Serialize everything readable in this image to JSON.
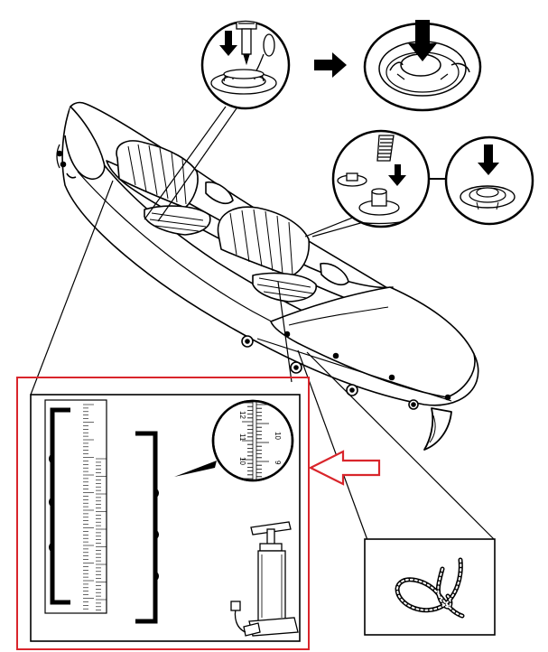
{
  "diagram": {
    "colors": {
      "line": "#000000",
      "background": "#ffffff",
      "highlight_frame": "#d9252b",
      "pointer_arrow": "#d9252b"
    },
    "icons": [
      "kayak-icon",
      "valve-icon",
      "pump-icon",
      "ruler-icon",
      "rope-icon",
      "down-arrow-icon",
      "right-arrow-icon"
    ],
    "magnifier_ticks": [
      "12",
      "11",
      "10",
      "10",
      "9"
    ]
  }
}
